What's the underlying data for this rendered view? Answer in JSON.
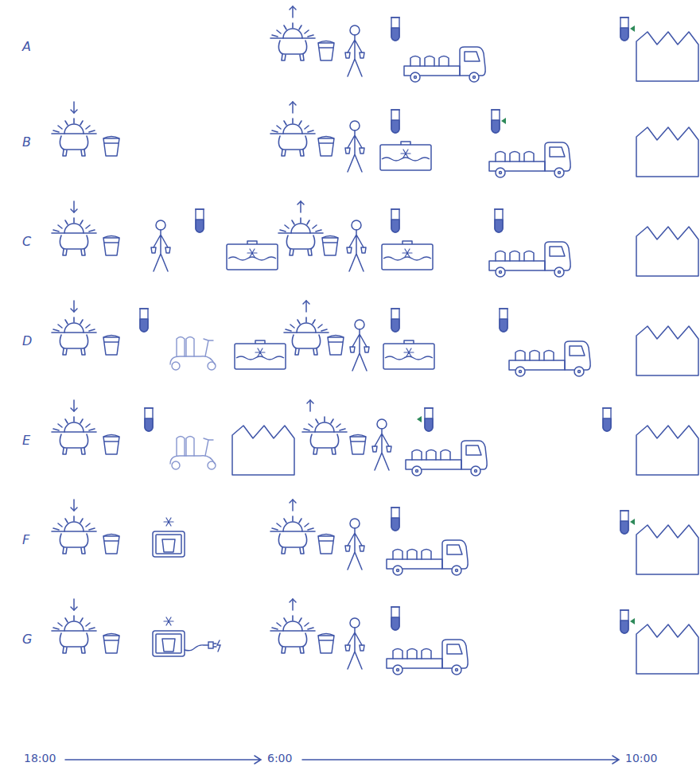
{
  "diagram": {
    "labels": [
      "A",
      "B",
      "C",
      "D",
      "E",
      "F",
      "G",
      "18:00",
      "6:00",
      "10:00"
    ]
  }
}
